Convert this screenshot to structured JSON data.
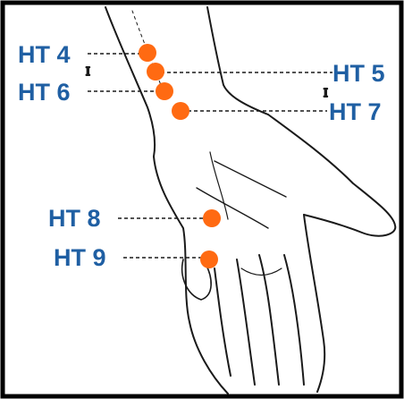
{
  "diagram": {
    "label_color": "#1f5fa3",
    "point_color": "#ff6a12",
    "outline_color": "#1a1a1a",
    "points": [
      {
        "id": "ht4",
        "label": "HT 4"
      },
      {
        "id": "ht5",
        "label": "HT 5"
      },
      {
        "id": "ht6",
        "label": "HT 6"
      },
      {
        "id": "ht7",
        "label": "HT 7"
      },
      {
        "id": "ht8",
        "label": "HT 8"
      },
      {
        "id": "ht9",
        "label": "HT 9"
      }
    ]
  }
}
